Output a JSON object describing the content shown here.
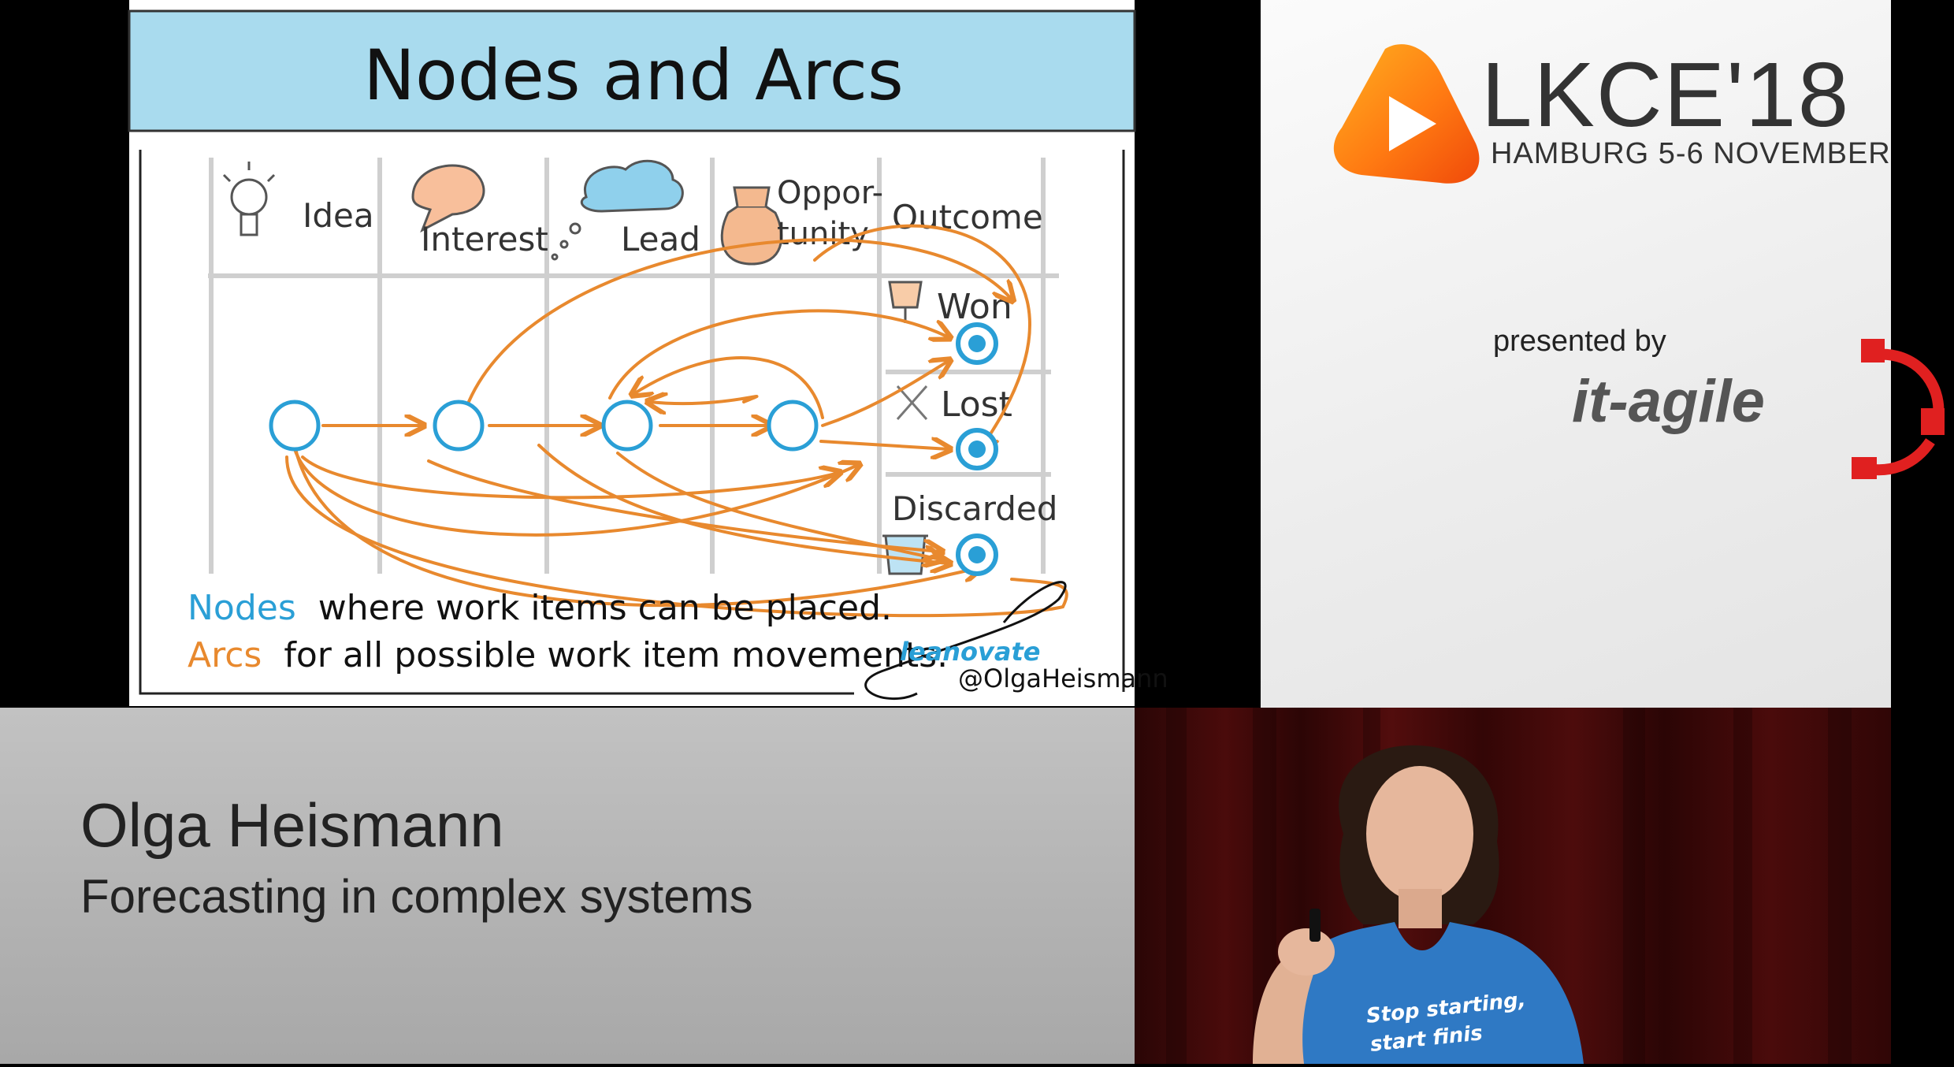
{
  "slide": {
    "title": "Nodes and Arcs",
    "columns": [
      "Idea",
      "Interest",
      "Lead",
      "Oppor-",
      "tunity",
      "Outcome"
    ],
    "outcomes": [
      "Won",
      "Lost",
      "Discarded"
    ],
    "legend": {
      "nodes_word": "Nodes",
      "nodes_rest": "where work items can be placed.",
      "arcs_word": "Arcs",
      "arcs_rest": "for all possible work item movements."
    },
    "credit_brand": "leanovate",
    "credit_handle": "@OlgaHeismann",
    "colors": {
      "header": "#a9dbee",
      "arc": "#e8892e",
      "node": "#2a9fd6",
      "grid": "#cfcfcf"
    }
  },
  "event": {
    "name": "LKCE'18",
    "subtitle": "HAMBURG 5-6 NOVEMBER",
    "presented_by": "presented by",
    "sponsor": "it-agile"
  },
  "speaker": {
    "name": "Olga Heismann",
    "talk": "Forecasting in complex systems",
    "shirt_line1": "Stop starting,",
    "shirt_line2": "start finis"
  }
}
